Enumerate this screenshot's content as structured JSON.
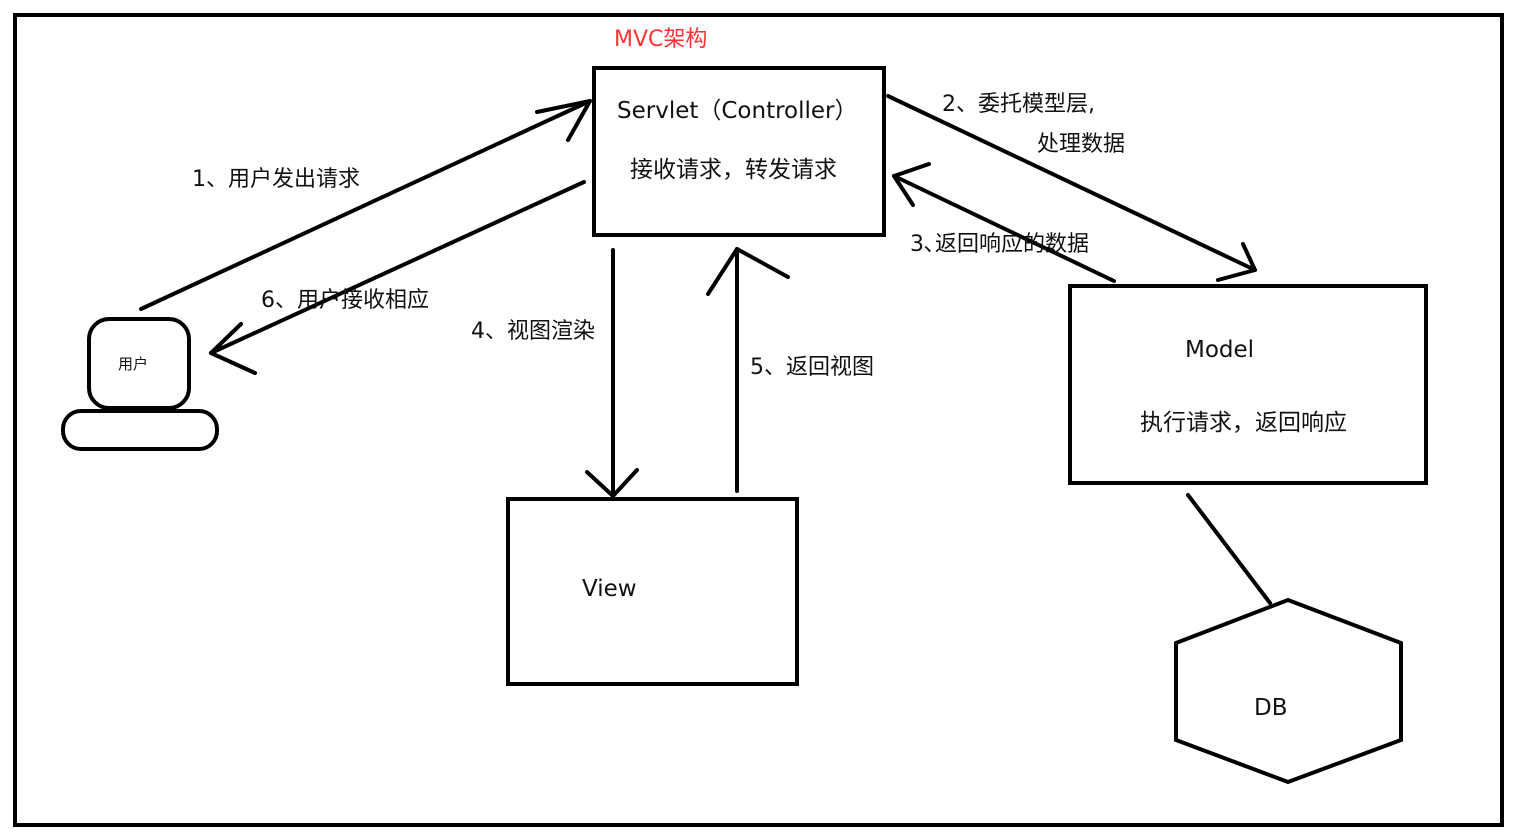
{
  "title": "MVC架构",
  "colors": {
    "title": "#ff3333",
    "stroke": "#000000",
    "background": "#ffffff"
  },
  "nodes": {
    "controller": {
      "title": "Servlet（Controller）",
      "subtitle": "接收请求，转发请求"
    },
    "model": {
      "title": "Model",
      "subtitle": "执行请求，返回响应"
    },
    "view": {
      "title": "View"
    },
    "db": {
      "title": "DB"
    },
    "user": {
      "label": "用户"
    }
  },
  "edges": {
    "step1": "1、用户发出请求",
    "step2_line1": "2、委托模型层,",
    "step2_line2": "处理数据",
    "step3": "3､返回响应的数据",
    "step4": "4、视图渲染",
    "step5": "5、返回视图",
    "step6": "6、用户接收相应"
  }
}
